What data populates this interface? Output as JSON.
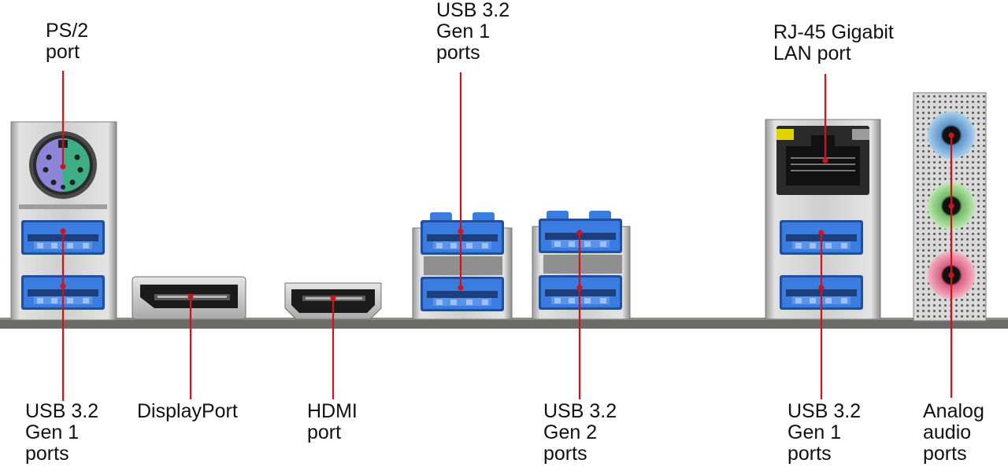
{
  "labels": {
    "ps2": [
      "PS/2",
      "port"
    ],
    "usb_top": [
      "USB 3.2",
      "Gen 1",
      "ports"
    ],
    "rj45": [
      "RJ-45 Gigabit",
      "LAN port"
    ],
    "usb_left": [
      "USB 3.2",
      "Gen 1",
      "ports"
    ],
    "displayport": [
      "DisplayPort"
    ],
    "hdmi": [
      "HDMI",
      "port"
    ],
    "usb_gen2": [
      "USB 3.2",
      "Gen 2",
      "ports"
    ],
    "usb_right": [
      "USB 3.2",
      "Gen 1",
      "ports"
    ],
    "audio": [
      "Analog",
      "audio",
      "ports"
    ]
  },
  "colors": {
    "callout_line": "#d0121b",
    "usb_blue": "#2f6fd0",
    "board": "#6b6b68",
    "metal": "#c9c9c9",
    "ps2_purple": "#8e84d8",
    "ps2_green": "#3fae86",
    "audio_blue": "#8cbfe6",
    "audio_green": "#9fdc8f",
    "audio_pink": "#ee8fa6"
  }
}
